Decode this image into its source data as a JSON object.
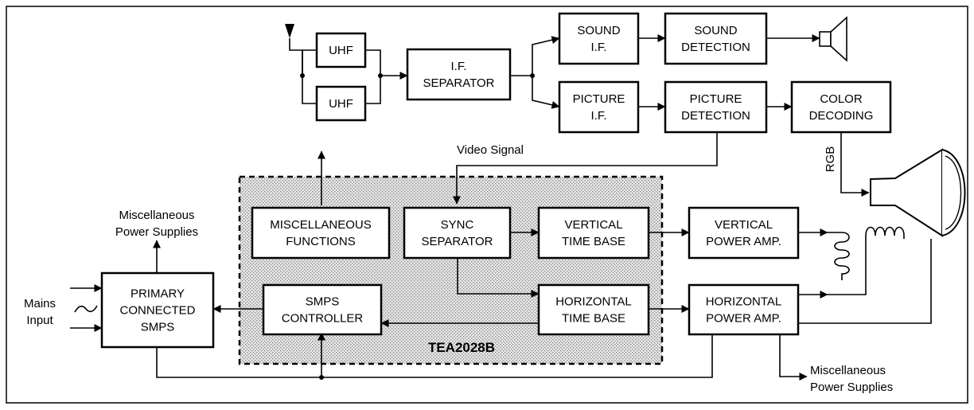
{
  "ic_name": "TEA2028B",
  "blocks": {
    "uhf_top": [
      "UHF"
    ],
    "uhf_bottom": [
      "UHF"
    ],
    "if_separator": [
      "I.F.",
      "SEPARATOR"
    ],
    "sound_if": [
      "SOUND",
      "I.F."
    ],
    "sound_detection": [
      "SOUND",
      "DETECTION"
    ],
    "picture_if": [
      "PICTURE",
      "I.F."
    ],
    "picture_detection": [
      "PICTURE",
      "DETECTION"
    ],
    "color_decoding": [
      "COLOR",
      "DECODING"
    ],
    "misc_functions": [
      "MISCELLANEOUS",
      "FUNCTIONS"
    ],
    "sync_separator": [
      "SYNC",
      "SEPARATOR"
    ],
    "vertical_time_base": [
      "VERTICAL",
      "TIME BASE"
    ],
    "vertical_power_amp": [
      "VERTICAL",
      "POWER AMP."
    ],
    "primary_smps": [
      "PRIMARY",
      "CONNECTED",
      "SMPS"
    ],
    "smps_controller": [
      "SMPS",
      "CONTROLLER"
    ],
    "horizontal_time_base": [
      "HORIZONTAL",
      "TIME BASE"
    ],
    "horizontal_power_amp": [
      "HORIZONTAL",
      "POWER AMP."
    ]
  },
  "labels": {
    "video_signal": "Video Signal",
    "rgb": "RGB",
    "misc_supplies_top": [
      "Miscellaneous",
      "Power Supplies"
    ],
    "misc_supplies_bottom": [
      "Miscellaneous",
      "Power Supplies"
    ],
    "mains_input": [
      "Mains",
      "Input"
    ]
  },
  "icons": [
    "antenna-icon",
    "loudspeaker-icon",
    "crt-tube-icon",
    "deflection-coil-icon",
    "ac-source-icon"
  ]
}
